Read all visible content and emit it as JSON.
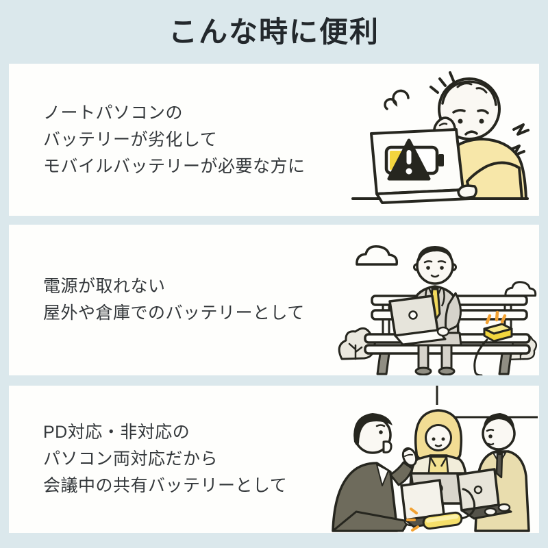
{
  "page": {
    "title": "こんな時に便利",
    "colors": {
      "background": "#dbe8ec",
      "card": "#fefefc",
      "title_text": "#23282c",
      "body_text": "#34383b",
      "outline": "#26261f",
      "accent_yellow": "#f5df6a",
      "battery_yellow": "#f3d53e",
      "spark_orange": "#f2a233",
      "suit_gray": "#d6d3cb",
      "dark_suit_olive": "#6e6b5c",
      "tan_jacket": "#e9ddae",
      "blonde_hair": "#f2dd94"
    }
  },
  "cards": [
    {
      "id": "low-battery",
      "lines": [
        "ノートパソコンの",
        "バッテリーが劣化して",
        "モバイルバッテリーが必要な方に"
      ],
      "illustration": "worried-person-laptop-low-battery"
    },
    {
      "id": "outdoor",
      "lines": [
        "電源が取れない",
        "屋外や倉庫でのバッテリーとして"
      ],
      "illustration": "businessman-park-bench-mobile-battery"
    },
    {
      "id": "meeting",
      "lines": [
        "PD対応・非対応の",
        "パソコン両対応だから",
        "会議中の共有バッテリーとして"
      ],
      "illustration": "three-colleagues-sharing-mobile-battery"
    }
  ]
}
